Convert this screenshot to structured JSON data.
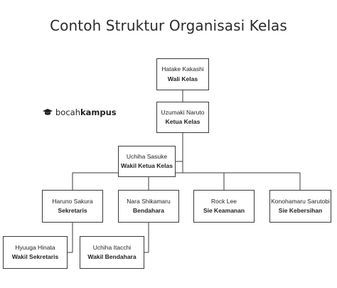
{
  "title": "Contoh Struktur Organisasi Kelas",
  "logo": {
    "prefix": "bocah",
    "suffix": "kampus",
    "icon": "graduation-cap-icon"
  },
  "nodes": {
    "wali": {
      "name": "Hatake Kakashi",
      "role": "Wali Kelas"
    },
    "ketua": {
      "name": "Uzumaki Naruto",
      "role": "Ketua Kelas"
    },
    "wakil_ketua": {
      "name": "Uchiha Sasuke",
      "role": "Wakil Ketua Kelas"
    },
    "sekretaris": {
      "name": "Haruno Sakura",
      "role": "Sekretaris"
    },
    "bendahara": {
      "name": "Nara Shikamaru",
      "role": "Bendahara"
    },
    "keamanan": {
      "name": "Rock Lee",
      "role": "Sie Keamanan"
    },
    "kebersihan": {
      "name": "Konohamaru Sarutobi",
      "role": "Sie Kebersihan"
    },
    "wakil_sekretaris": {
      "name": "Hyuuga Hinata",
      "role": "Wakil Sekretaris"
    },
    "wakil_bendahara": {
      "name": "Uchiha Itacchi",
      "role": "Wakil Bendahara"
    }
  }
}
